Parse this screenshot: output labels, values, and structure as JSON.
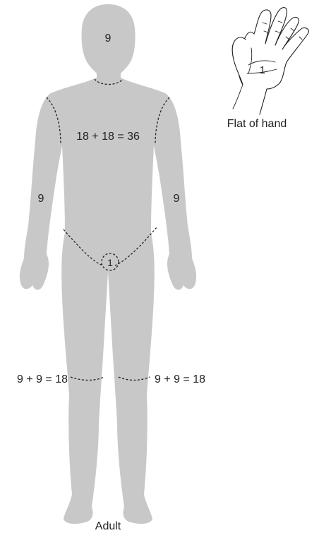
{
  "figure": {
    "caption": "Adult",
    "colors": {
      "body_fill": "#c8c8c8",
      "line": "#222222",
      "background": "#ffffff"
    }
  },
  "regions": {
    "head": "9",
    "trunk": "18 + 18 = 36",
    "right_arm": "9",
    "left_arm": "9",
    "perineum": "1",
    "right_leg": "9 + 9 = 18",
    "left_leg": "9 + 9 = 18"
  },
  "hand": {
    "value": "1",
    "caption": "Flat of hand"
  }
}
